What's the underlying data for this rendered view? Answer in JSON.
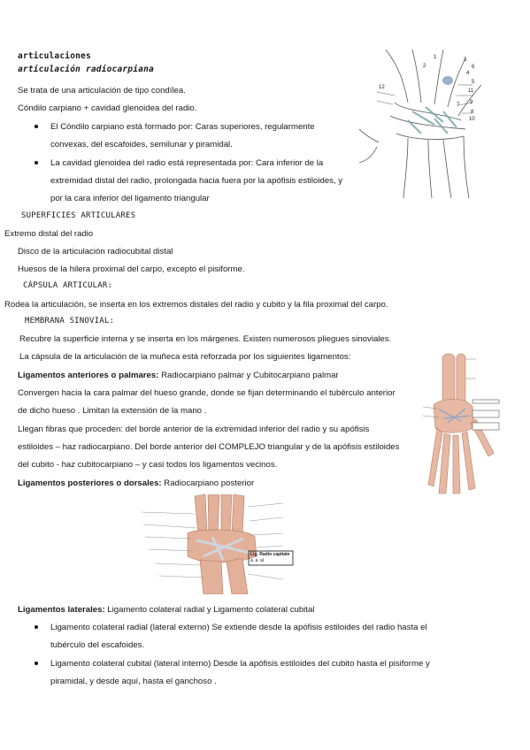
{
  "headings": {
    "h1": "articulaciones",
    "h2": "articulación radiocarpiana",
    "superficies": "SUPERFICIES ARTICULARES",
    "capsula": "CÁPSULA ARTICULAR:",
    "membrana": "MEMBRANA SINOVIAL:"
  },
  "intro": {
    "line1": "Se trata de una articulación de tipo condílea.",
    "line2": "Cóndilo carpiano + cavidad glenoidea del radio.",
    "b1_l1": "El Cóndilo carpiano está formado por: Caras superiores, regularmente",
    "b1_l2": "convexas, del escafoides, semilunar y piramidal.",
    "b2_l1": "La cavidad glenoidea del radio está representada por: Cara inferior de la",
    "b2_l2": "extremidad distal del radio, prolongada hacia fuera por la apófisis estiloides, y",
    "b2_l3": "por la cara inferior del ligamento triangular"
  },
  "superficies": {
    "l1": "Extremo distal del radio",
    "l2": "Disco de la articulación radiocubital distal",
    "l3": "Huesos de la hilera proximal del carpo, excepto el pisiforme."
  },
  "capsula": {
    "l1": "Rodea la articulación, se inserta en los extremos distales del radio y cubito y la fila proximal del carpo."
  },
  "membrana": {
    "l1": "Recubre la superficie interna y se inserta en los márgenes. Existen numerosos pliegues sinoviales.",
    "l2": "La cápsula de la articulación de la muñeca está reforzada por los siguientes ligamentos:",
    "ant_label": "Ligamentos anteriores o palmares:",
    "ant_text": " Radiocarpiano palmar y Cubitocarpiano palmar",
    "p1": "Convergen hacia la cara palmar del hueso grande, donde se fijan determinando el tubérculo anterior",
    "p2": "de dicho hueso . Limitan la extensión de la mano .",
    "p3": "Llegan fibras que proceden: del borde anterior de la extremidad inferior del radio y su apófisis",
    "p4": "estiloides – haz radiocarpiano. Del borde anterior del COMPLEJO triangular y de la apófisis estiloides",
    "p5": "del cubito - haz cubitocarpiano – y casi todos los ligamentos vecinos.",
    "post_label": "Ligamentos posteriores o dorsales:",
    "post_text": " Radiocarpiano posterior"
  },
  "laterales": {
    "label": "Ligamentos laterales:",
    "text": " Ligamento colateral radial y Ligamento colateral cubital",
    "b1_l1": "Ligamento colateral radial (lateral externo) Se extiende desde la apófisis estiloides del radio hasta el",
    "b1_l2": "tubérculo del escafoides.",
    "b2_l1": "Ligamento colateral cubital (lateral interno) Desde la apófisis estiloides del cubito hasta el pisiforme y",
    "b2_l2": "piramidal, y desde aquí, hasta el ganchoso ."
  },
  "figures": {
    "fig1_numbers": [
      "1",
      "2",
      "3",
      "4",
      "5",
      "6",
      "7",
      "8",
      "9",
      "10",
      "11",
      "12"
    ],
    "fig3_box": [
      "Lig. Radio capitate",
      "a. a. al"
    ]
  }
}
